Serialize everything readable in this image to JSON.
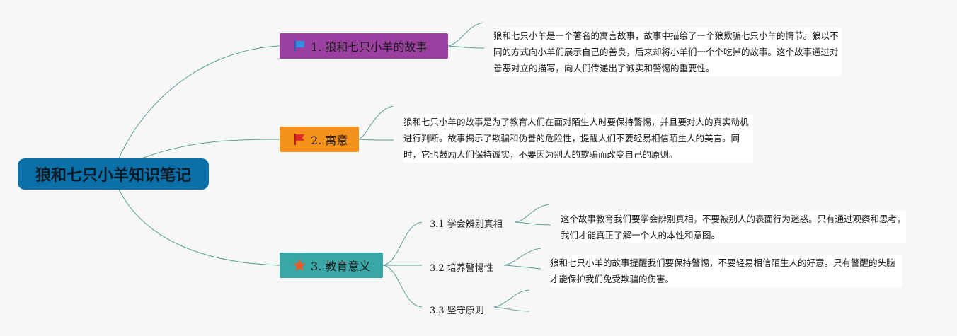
{
  "root": {
    "title": "狼和七只小羊知识笔记"
  },
  "branches": [
    {
      "label": "1. 狼和七只小羊的故事",
      "icon": "blue-flag-icon",
      "color": "#9b3fa0",
      "note": "狼和七只小羊是一个著名的寓言故事，故事中描绘了一个狼欺骗七只小羊的情节。狼以不同的方式向小羊们展示自己的善良，后来却将小羊们一个个吃掉的故事。这个故事通过对善恶对立的描写，向人们传递出了诚实和警惕的重要性。"
    },
    {
      "label": "2. 寓意",
      "icon": "red-flag-icon",
      "color": "#f5921e",
      "note": "狼和七只小羊的故事是为了教育人们在面对陌生人时要保持警惕，并且要对人的真实动机进行判断。故事揭示了欺骗和伪善的危险性，提醒人们不要轻易相信陌生人的美言。同时，它也鼓励人们保持诚实，不要因为别人的欺骗而改变自己的原则。"
    },
    {
      "label": "3. 教育意义",
      "icon": "star-icon",
      "color": "#3aa6a6",
      "subs": [
        {
          "label": "3.1 学会辨别真相",
          "note": "这个故事教育我们要学会辨别真相，不要被别人的表面行为迷惑。只有通过观察和思考，我们才能真正了解一个人的本性和意图。"
        },
        {
          "label": "3.2 培养警惕性",
          "note": "狼和七只小羊的故事提醒我们要保持警惕，不要轻易相信陌生人的好意。只有警醒的头脑才能保护我们免受欺骗的伤害。"
        },
        {
          "label": "3.3 坚守原则",
          "note": ""
        }
      ]
    }
  ],
  "colors": {
    "root": "#0b6fa8",
    "link": "#5c9e98",
    "background": "#f7f7f7"
  }
}
